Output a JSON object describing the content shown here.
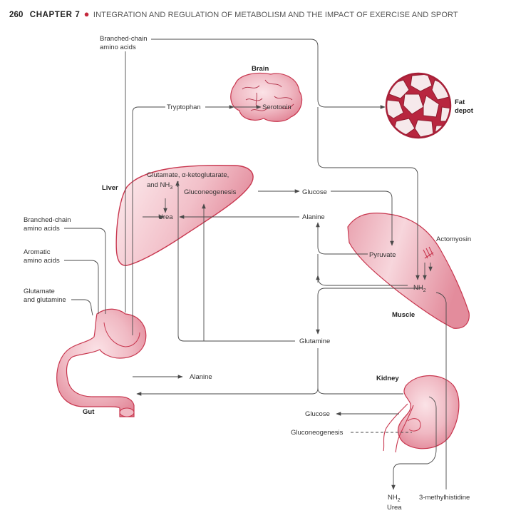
{
  "header": {
    "page_number": "260",
    "chapter": "CHAPTER 7",
    "title": "INTEGRATION AND REGULATION OF METABOLISM AND THE IMPACT OF EXERCISE AND SPORT"
  },
  "organs": {
    "brain": "Brain",
    "fat_depot_line1": "Fat",
    "fat_depot_line2": "depot",
    "liver": "Liver",
    "muscle": "Muscle",
    "kidney": "Kidney",
    "gut": "Gut"
  },
  "labels": {
    "bcaa_top_1": "Branched-chain",
    "bcaa_top_2": "amino acids",
    "tryptophan": "Tryptophan",
    "serotonin": "Serotonin",
    "liver_line1": "Glutamate, α-ketoglutarate,",
    "liver_line2": "and NH",
    "liver_line2_sub": "3",
    "gluconeogenesis_liver": "Gluconeogenesis",
    "glucose_mid": "Glucose",
    "urea_liver": "Urea",
    "alanine_mid": "Alanine",
    "bcaa_left_1": "Branched-chain",
    "bcaa_left_2": "amino acids",
    "aromatic_1": "Aromatic",
    "aromatic_2": "amino acids",
    "glutamate_1": "Glutamate",
    "glutamate_2": "and glutamine",
    "pyruvate": "Pyruvate",
    "actomyosin": "Actomyosin",
    "nh2_muscle": "NH",
    "nh2_muscle_sub": "2",
    "glutamine": "Glutamine",
    "alanine_gut": "Alanine",
    "glucose_kidney": "Glucose",
    "gluconeogenesis_kidney": "Gluconeogenesis",
    "nh2_bottom": "NH",
    "nh2_bottom_sub": "2",
    "urea_bottom": "Urea",
    "methylhistidine": "3-methylhistidine"
  },
  "colors": {
    "organ_fill": "#eeb3bd",
    "organ_edge": "#c8374f",
    "fat_cell_fill": "#f6e9eb",
    "accent_red": "#c4283c"
  }
}
